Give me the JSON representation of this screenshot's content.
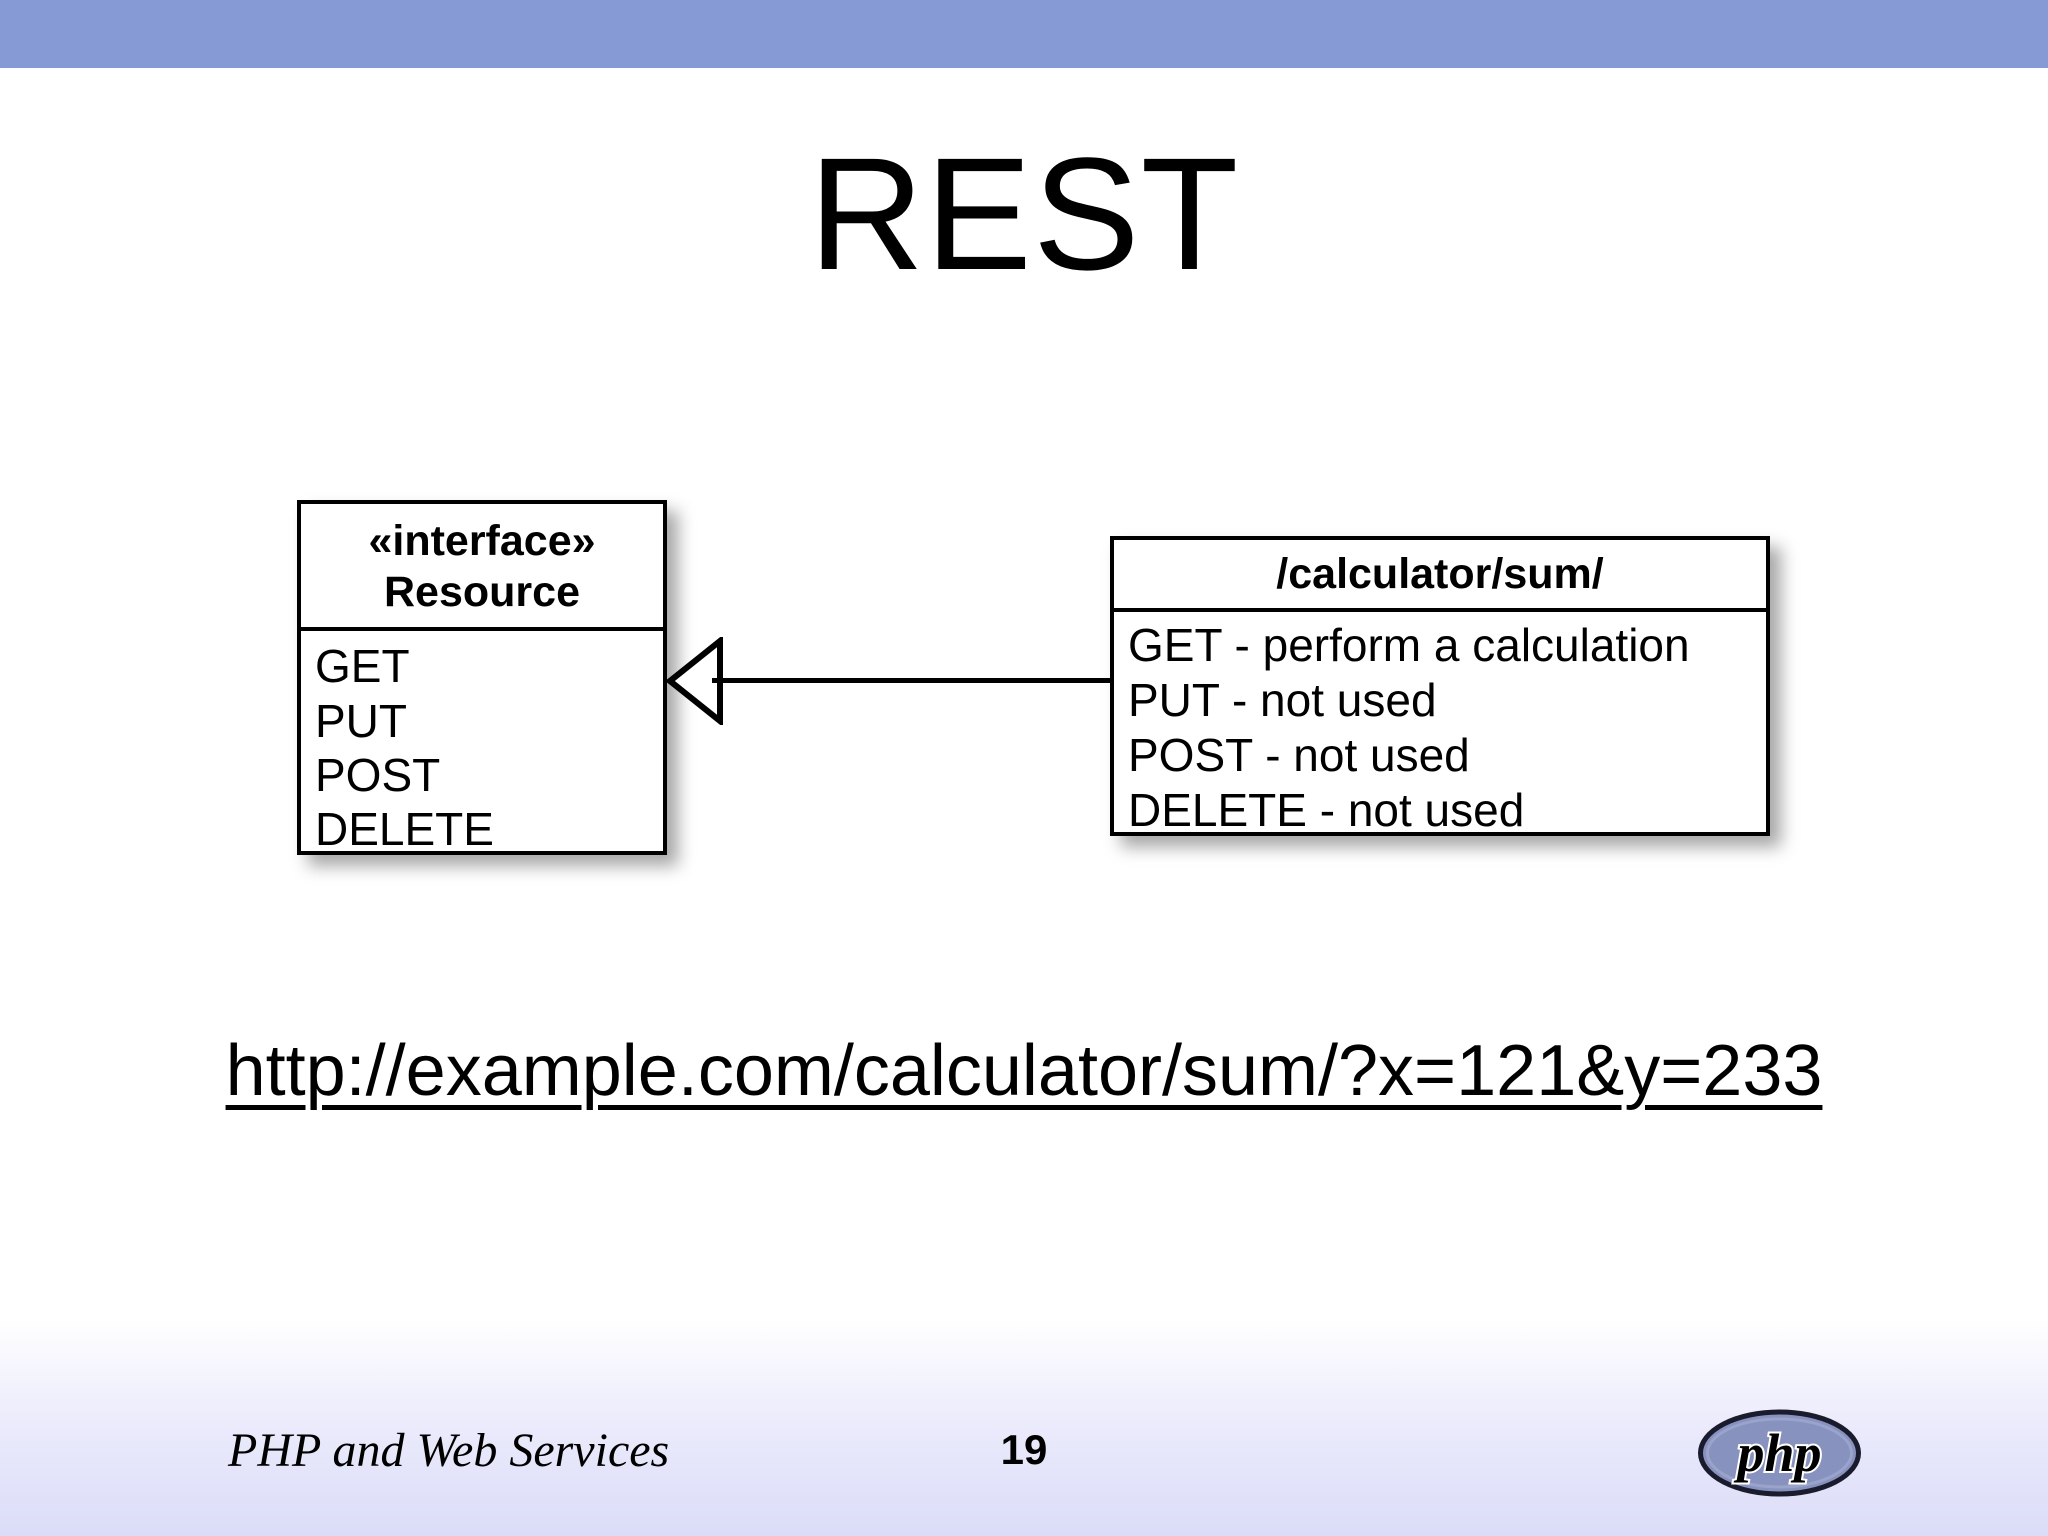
{
  "slide": {
    "title": "REST",
    "accent_color": "#869ad6",
    "background_color": "#ffffff"
  },
  "diagram": {
    "type": "uml-class-diagram",
    "relationship": "realization",
    "arrow_direction": "right-to-left",
    "boxes": [
      {
        "id": "resource",
        "stereotype": "«interface»",
        "name": "Resource",
        "members": [
          "GET",
          "PUT",
          "POST",
          "DELETE"
        ]
      },
      {
        "id": "calculator-sum",
        "stereotype": "",
        "name": "/calculator/sum/",
        "members": [
          "GET - perform a calculation",
          "PUT - not used",
          "POST - not used",
          "DELETE - not used"
        ]
      }
    ]
  },
  "example_url": "http://example.com/calculator/sum/?x=121&y=233",
  "footer": {
    "deck_title": "PHP and Web Services",
    "page_number": "19",
    "logo_text": "php",
    "logo_fill": "#8892bf",
    "gradient_bottom": "#dbdcf8"
  }
}
